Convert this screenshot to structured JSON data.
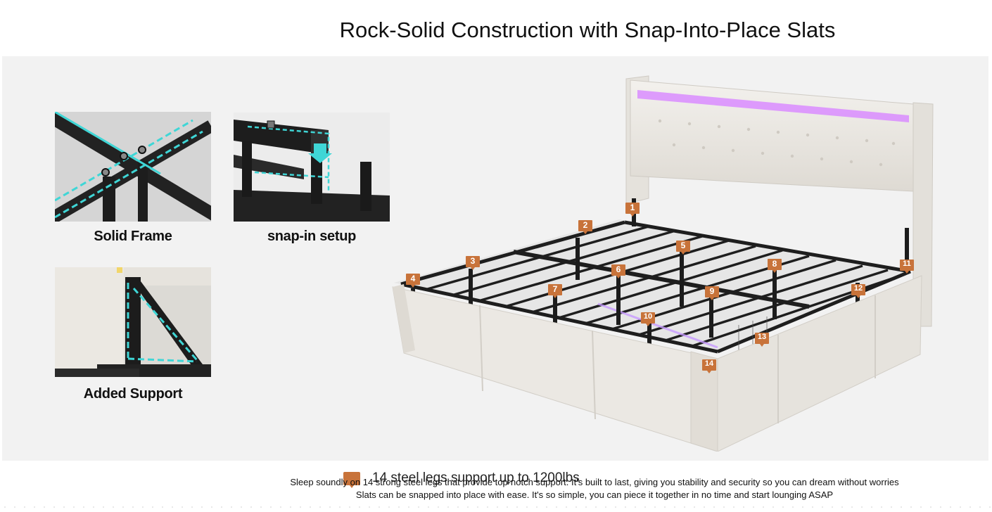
{
  "page": {
    "title": "Rock-Solid Construction with Snap-Into-Place Slats"
  },
  "features": [
    {
      "caption": "Solid Frame"
    },
    {
      "caption": "snap-in setup"
    },
    {
      "caption": "Added Support"
    }
  ],
  "legs": {
    "labels": [
      "1",
      "2",
      "3",
      "4",
      "5",
      "6",
      "7",
      "8",
      "9",
      "10",
      "11",
      "12",
      "13",
      "14"
    ],
    "marker_color": "#c8733a"
  },
  "legend": {
    "text": "14 steel legs support up to 1200lbs"
  },
  "description": {
    "line1": "Sleep soundly on 14 strong steel legs that provide top-notch support. It's built to last, giving you stability and security so you can dream without worries",
    "line2": "Slats can be snapped into place with ease. It's so simple, you can piece it together in no time and start lounging ASAP"
  },
  "colors": {
    "accent_cyan": "#3fd6d6",
    "led_glow": "#d98cff",
    "frame_steel": "#1e1e1e",
    "upholstery": "#e9e6e1"
  }
}
